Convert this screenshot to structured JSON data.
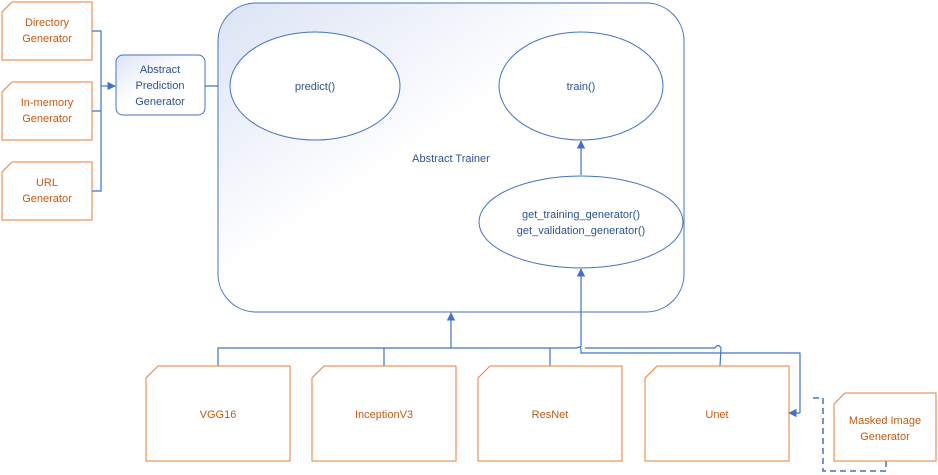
{
  "sources": [
    {
      "id": "directory",
      "lines": [
        "Directory",
        "Generator"
      ]
    },
    {
      "id": "in-memory",
      "lines": [
        "In-memory",
        "Generator"
      ]
    },
    {
      "id": "url",
      "lines": [
        "URL",
        "Generator"
      ]
    }
  ],
  "prediction_generator": {
    "lines": [
      "Abstract",
      "Prediction",
      "Generator"
    ]
  },
  "trainer": {
    "label": "Abstract Trainer",
    "predict": "predict()",
    "train": "train()",
    "generators": [
      "get_training_generator()",
      "get_validation_generator()"
    ]
  },
  "models": [
    "VGG16",
    "InceptionV3",
    "ResNet",
    "Unet"
  ],
  "masked_generator": {
    "lines": [
      "Masked Image",
      "Generator"
    ]
  },
  "colors": {
    "orange": "#ed7d31",
    "orange_text": "#c55a11",
    "blue": "#4472c4",
    "blue_text": "#2f528f"
  }
}
